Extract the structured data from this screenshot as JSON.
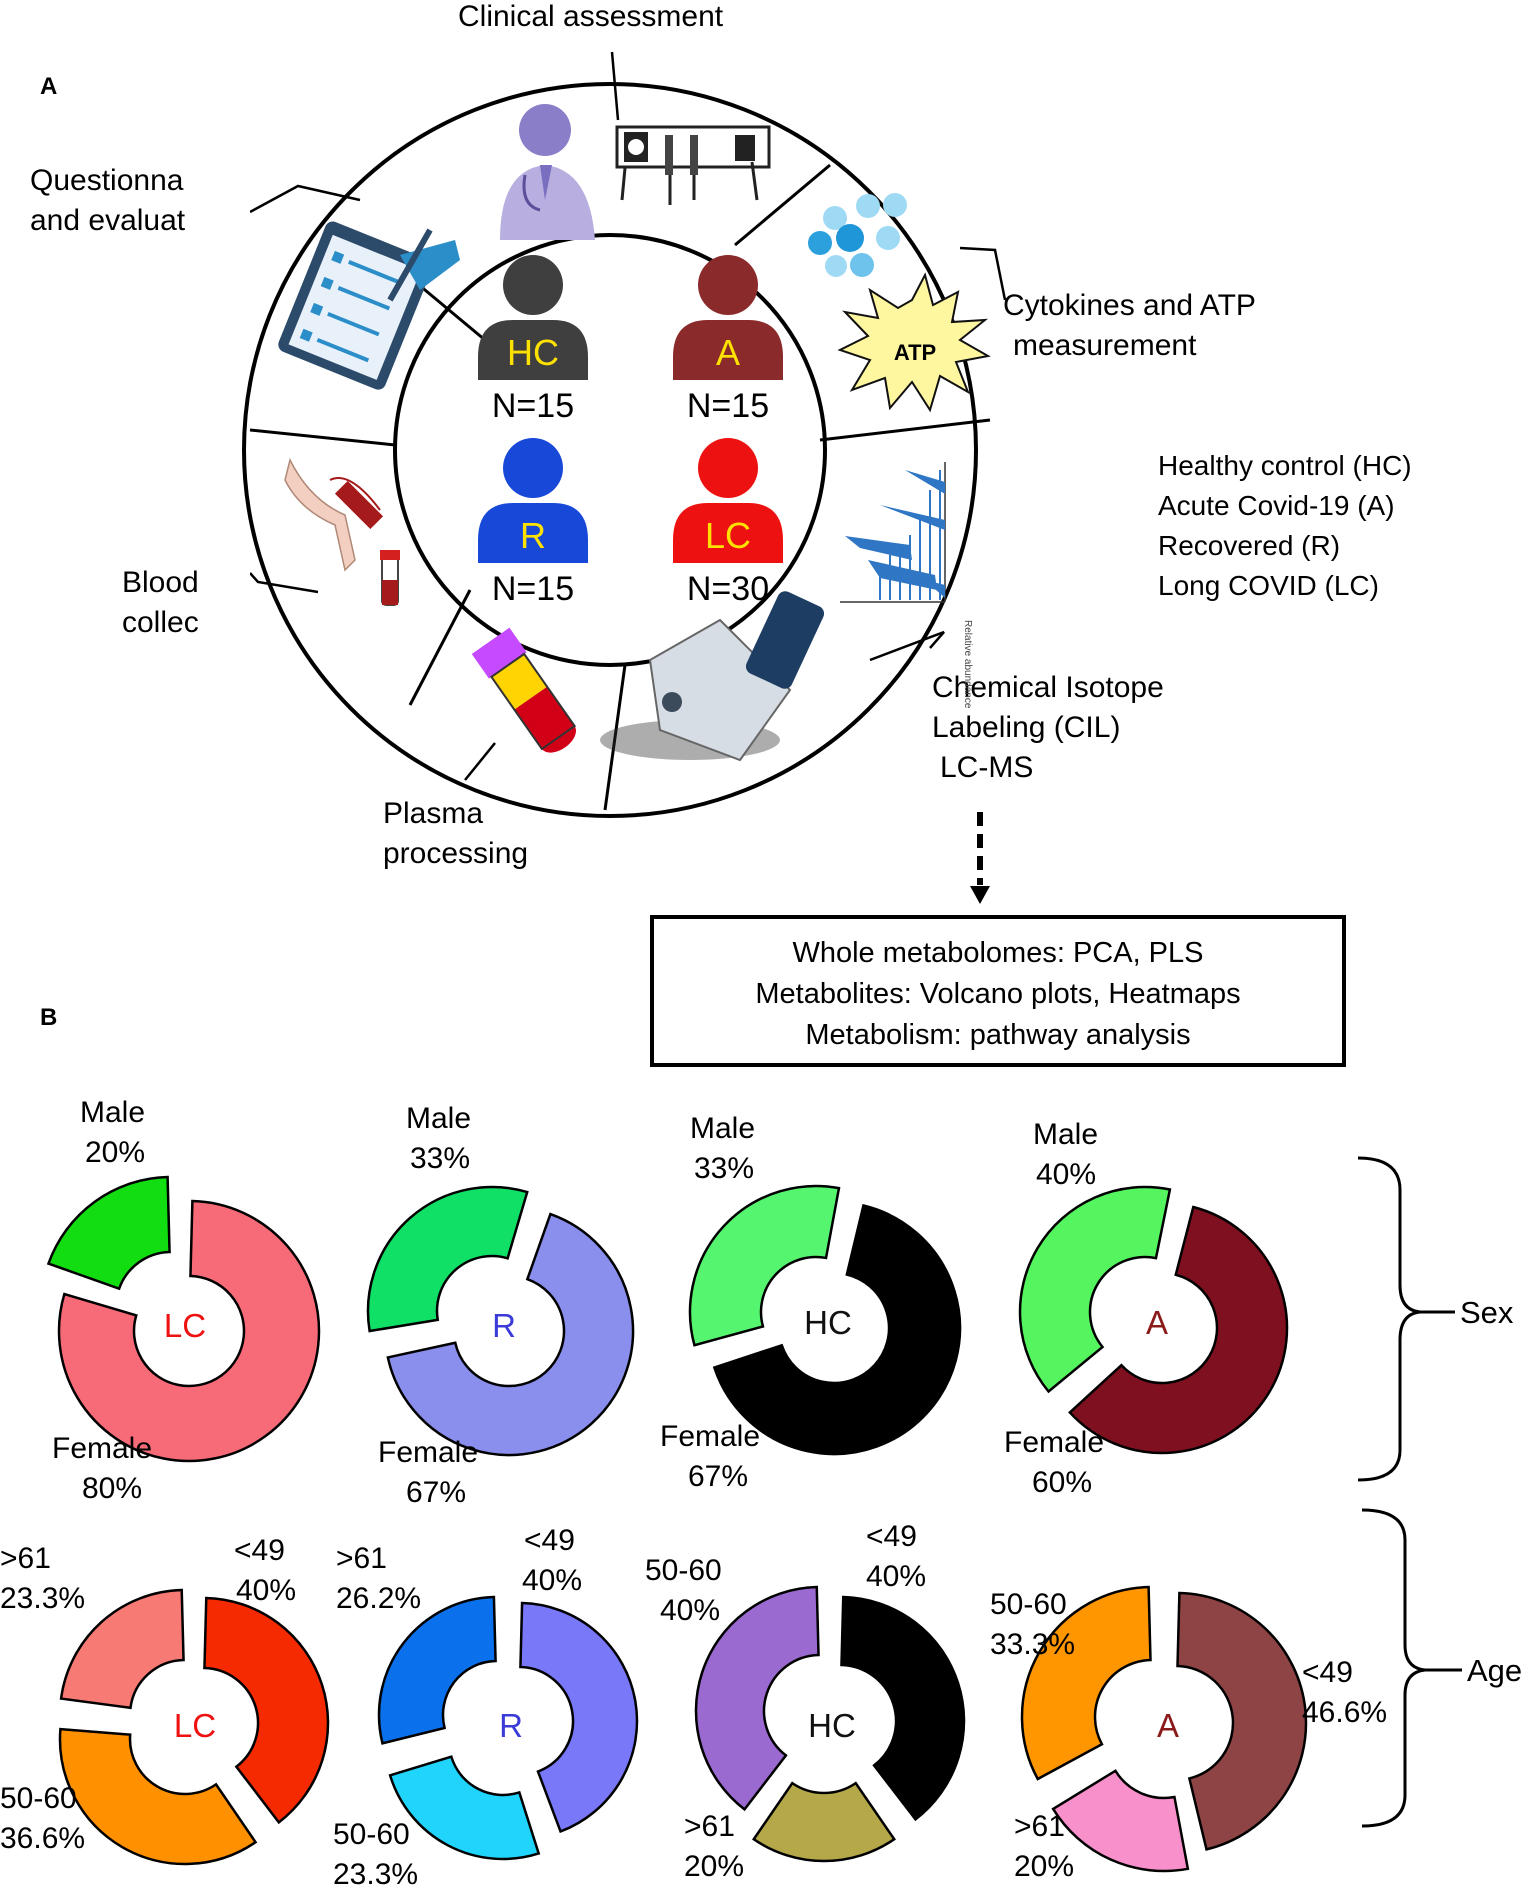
{
  "panel_labels": {
    "a": "A",
    "b": "B"
  },
  "workflow": {
    "clinical": "Clinical assessment",
    "questionnaire": [
      "Questionna",
      "and evaluat"
    ],
    "cytokines": [
      "Cytokines and ATP",
      "measurement"
    ],
    "atp_badge": "ATP",
    "blood": [
      "Blood",
      "collec"
    ],
    "plasma": [
      "Plasma",
      "processing"
    ],
    "cil": [
      "Chemical Isotope",
      "Labeling (CIL)",
      "LC-MS"
    ],
    "spectrum_axis": "Relative abundance"
  },
  "groups": [
    {
      "label": "HC",
      "n": "N=15",
      "color": "#3f3f3f"
    },
    {
      "label": "A",
      "n": "N=15",
      "color": "#8b2a2a"
    },
    {
      "label": "R",
      "n": "N=15",
      "color": "#1848d8"
    },
    {
      "label": "LC",
      "n": "N=30",
      "color": "#ee1111"
    }
  ],
  "legend": [
    "Healthy control (HC)",
    "Acute Covid-19 (A)",
    "Recovered (R)",
    "Long COVID (LC)"
  ],
  "analysis_box": [
    "Whole metabolomes: PCA, PLS",
    "Metabolites: Volcano plots, Heatmaps",
    "Metabolism: pathway analysis"
  ],
  "bracket_labels": {
    "sex": "Sex",
    "age": "Age"
  },
  "chart_data": [
    {
      "type": "pie",
      "row": "Sex",
      "center": "LC",
      "center_color": "#ee1111",
      "slices": [
        {
          "label": "Female",
          "pct": "80%",
          "value": 80,
          "color": "#f76b78"
        },
        {
          "label": "Male",
          "pct": "20%",
          "value": 20,
          "color": "#11dd11"
        }
      ]
    },
    {
      "type": "pie",
      "row": "Sex",
      "center": "R",
      "center_color": "#3b3bd8",
      "slices": [
        {
          "label": "Female",
          "pct": "67%",
          "value": 67,
          "color": "#8a8eec"
        },
        {
          "label": "Male",
          "pct": "33%",
          "value": 33,
          "color": "#11e066"
        }
      ]
    },
    {
      "type": "pie",
      "row": "Sex",
      "center": "HC",
      "center_color": "#111111",
      "slices": [
        {
          "label": "Female",
          "pct": "67%",
          "value": 67,
          "color": "#000000"
        },
        {
          "label": "Male",
          "pct": "33%",
          "value": 33,
          "color": "#55f570"
        }
      ]
    },
    {
      "type": "pie",
      "row": "Sex",
      "center": "A",
      "center_color": "#8b1a1a",
      "slices": [
        {
          "label": "Female",
          "pct": "60%",
          "value": 60,
          "color": "#7e1020"
        },
        {
          "label": "Male",
          "pct": "40%",
          "value": 40,
          "color": "#55f560"
        }
      ]
    },
    {
      "type": "pie",
      "row": "Age",
      "center": "LC",
      "center_color": "#ee1111",
      "slices": [
        {
          "label": "<49",
          "pct": "40%",
          "value": 40,
          "color": "#f52a00"
        },
        {
          "label": "50-60",
          "pct": "36.6%",
          "value": 36.6,
          "color": "#ff9000"
        },
        {
          "label": ">61",
          "pct": "23.3%",
          "value": 23.3,
          "color": "#f87a74"
        }
      ]
    },
    {
      "type": "pie",
      "row": "Age",
      "center": "R",
      "center_color": "#3b3bd8",
      "slices": [
        {
          "label": "<49",
          "pct": "40%",
          "value": 40,
          "color": "#7878f8"
        },
        {
          "label": "50-60",
          "pct": "23.3%",
          "value": 23.3,
          "color": "#20d4fc"
        },
        {
          "label": ">61",
          "pct": "26.2%",
          "value": 26.2,
          "color": "#0a70ec"
        }
      ]
    },
    {
      "type": "pie",
      "row": "Age",
      "center": "HC",
      "center_color": "#111111",
      "slices": [
        {
          "label": "<49",
          "pct": "40%",
          "value": 40,
          "color": "#000000"
        },
        {
          "label": ">61",
          "pct": "20%",
          "value": 20,
          "color": "#b4a848"
        },
        {
          "label": "50-60",
          "pct": "40%",
          "value": 40,
          "color": "#9a6ad0"
        }
      ]
    },
    {
      "type": "pie",
      "row": "Age",
      "center": "A",
      "center_color": "#8b1a1a",
      "slices": [
        {
          "label": "<49",
          "pct": "46.6%",
          "value": 46.6,
          "color": "#8e4444"
        },
        {
          "label": ">61",
          "pct": "20%",
          "value": 20,
          "color": "#f890cc"
        },
        {
          "label": "50-60",
          "pct": "33.3%",
          "value": 33.3,
          "color": "#ff9600"
        }
      ]
    }
  ]
}
